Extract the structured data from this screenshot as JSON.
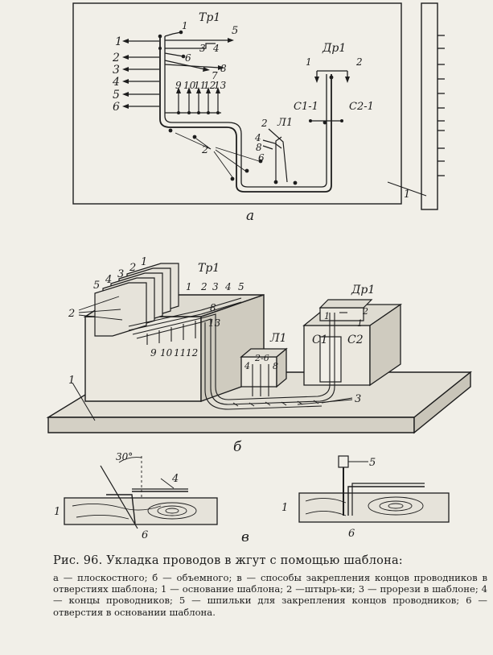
{
  "caption": {
    "title": "Рис. 96. Укладка проводов в жгут с помощью шаблона:",
    "legend": "а — плоскостного; б — объемного; в — способы закрепления концов проводников в отверстиях шаблона; 1 — основание шаблона; 2 —штырь-ки; 3 — прорези в шаблоне; 4 — концы проводников; 5 — шпильки для закрепления концов проводников; 6 — отверстия в основании шаблона."
  },
  "panel_a": {
    "label": "а",
    "left_numbers": [
      "1",
      "2",
      "3",
      "4",
      "5",
      "6"
    ],
    "tr_label": "Тр1",
    "tr_terminals": [
      "1",
      "3",
      "4",
      "5",
      "6",
      "7",
      "8"
    ],
    "tr_lower": [
      "9",
      "10",
      "11",
      "12",
      "13"
    ],
    "dr_label": "Др1",
    "dr_terminals": [
      "1",
      "2"
    ],
    "c_left": "С1-1",
    "c_right": "С2-1",
    "l_label": "Л1",
    "l_terminals": [
      "2",
      "4",
      "8",
      "6"
    ],
    "pins_label": "2",
    "side_label": "1"
  },
  "panel_b": {
    "label": "б",
    "slots_numbers": [
      "5",
      "4",
      "3",
      "2",
      "1"
    ],
    "tr_label": "Тр1",
    "tr_top": [
      "1",
      "2",
      "3",
      "4",
      "5"
    ],
    "tr_side": [
      "8",
      "13"
    ],
    "tr_bottom": [
      "9",
      "10",
      "11",
      "12"
    ],
    "pins_label": "2",
    "dr_label": "Др1",
    "dr_numbers": [
      "1",
      "2",
      "1"
    ],
    "c1": "С1",
    "c2": "С2",
    "l_label": "Л1",
    "l_numbers": [
      "2-6",
      "4",
      "8"
    ],
    "slots_label": "3",
    "base_label": "1"
  },
  "panel_c": {
    "label": "в",
    "angle": "30°",
    "left_labels": [
      "1",
      "4",
      "6"
    ],
    "right_labels": [
      "5",
      "1",
      "6"
    ]
  }
}
